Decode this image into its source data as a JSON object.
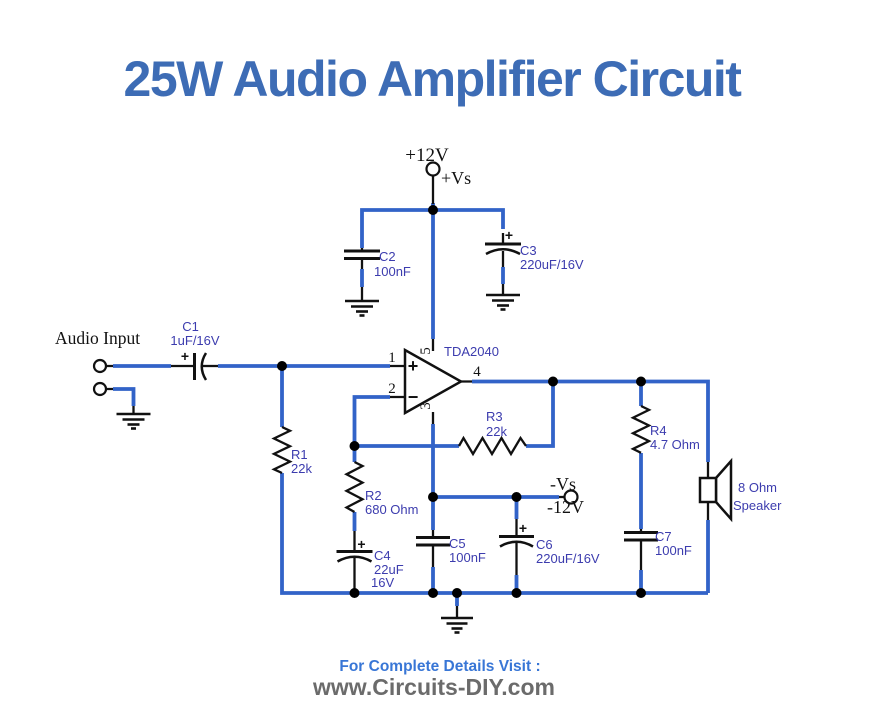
{
  "title": "25W Audio Amplifier Circuit",
  "colors": {
    "wire": "#3263c8",
    "label": "#3c3cae",
    "ink": "#111111",
    "title": "#3d6cb5",
    "footer_blue": "#3876d6",
    "footer_gray": "#6b6b6b"
  },
  "power": {
    "pos_label": "+12V",
    "pos_term": "+Vs",
    "neg_term": "-Vs",
    "neg_label": "-12V"
  },
  "input": {
    "label": "Audio Input"
  },
  "ic": {
    "name": "TDA2040",
    "pin1": "1",
    "pin2": "2",
    "pin3": "3",
    "pin4": "4",
    "pin5": "5",
    "plus": "+",
    "minus": "−"
  },
  "polarity_plus": "+",
  "components": {
    "c1": {
      "name": "C1",
      "value": "1uF/16V"
    },
    "c2": {
      "name": "C2",
      "value": "100nF"
    },
    "c3": {
      "name": "C3",
      "value": "220uF/16V"
    },
    "c4": {
      "name": "C4",
      "value": "22uF",
      "value2": "16V"
    },
    "c5": {
      "name": "C5",
      "value": "100nF"
    },
    "c6": {
      "name": "C6",
      "value": "220uF/16V"
    },
    "c7": {
      "name": "C7",
      "value": "100nF"
    },
    "r1": {
      "name": "R1",
      "value": "22k"
    },
    "r2": {
      "name": "R2",
      "value": "680 Ohm"
    },
    "r3": {
      "name": "R3",
      "value": "22k"
    },
    "r4": {
      "name": "R4",
      "value": "4.7 Ohm"
    },
    "speaker": {
      "value": "8 Ohm",
      "value2": "Speaker"
    }
  },
  "footer": {
    "line1": "For Complete Details Visit :",
    "line2": "www.Circuits-DIY.com"
  }
}
